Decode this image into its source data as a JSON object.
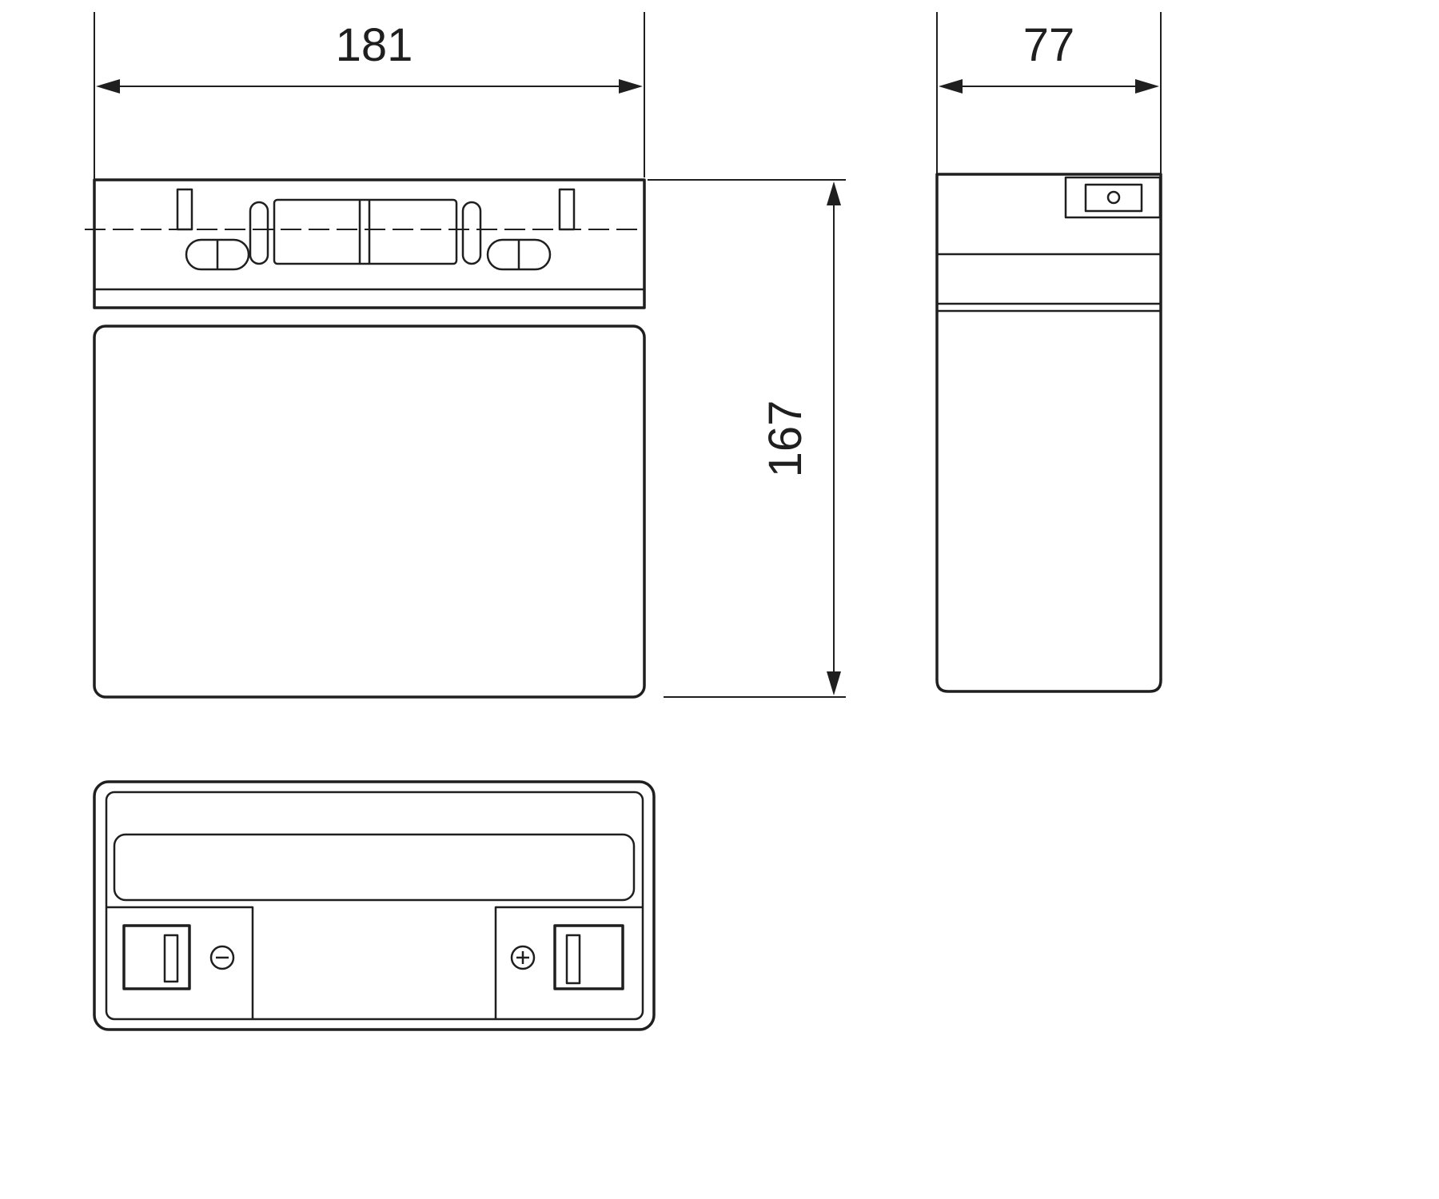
{
  "drawing": {
    "dimensions": {
      "width": "181",
      "depth": "77",
      "height": "167"
    },
    "icons": {
      "negative_terminal": "minus-in-circle",
      "positive_terminal": "plus-in-circle"
    },
    "colors": {
      "line": "#1f1f1f",
      "background": "#ffffff"
    }
  }
}
